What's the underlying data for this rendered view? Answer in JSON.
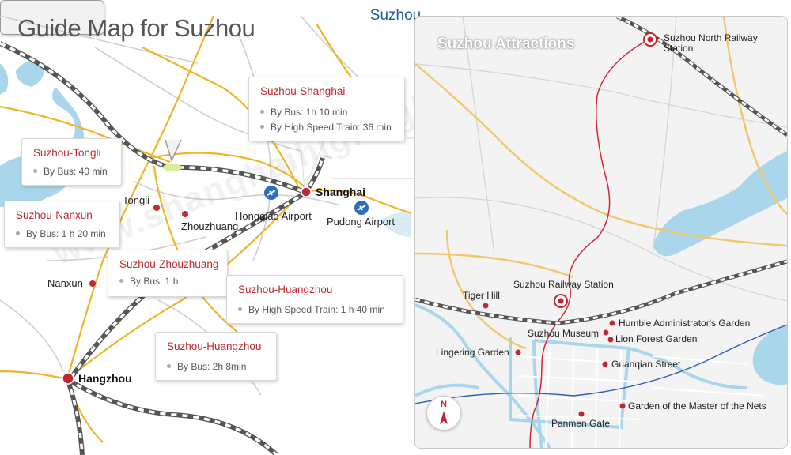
{
  "title": "Guide Map for Suzhou",
  "suzhou_label": "Suzhou",
  "cities": {
    "shanghai": "Shanghai",
    "hongqiao_airport": "Hongqiao Airport",
    "pudong_airport": "Pudong Airport",
    "tongli": "Tongli",
    "zhouzhuang": "Zhouzhuang",
    "nanxun": "Nanxun",
    "hangzhou": "Hangzhou"
  },
  "routes": [
    {
      "title": "Suzhou-Shanghai",
      "lines": [
        "By Bus: 1h 10 min",
        "By High Speed Train: 36 min"
      ]
    },
    {
      "title": "Suzhou-Tongli",
      "lines": [
        "By Bus: 40 min"
      ]
    },
    {
      "title": "Suzhou-Nanxun",
      "lines": [
        "By Bus: 1 h 20 min"
      ]
    },
    {
      "title": "Suzhou-Zhouzhuang",
      "lines": [
        "By Bus: 1 h"
      ]
    },
    {
      "title": "Suzhou-Huangzhou",
      "lines": [
        "By High Speed Train: 1 h 40 min"
      ]
    },
    {
      "title": "Suzhou-Huangzhou",
      "lines": [
        "By Bus: 2h 8min"
      ]
    }
  ],
  "inset": {
    "title": "Suzhou Attractions",
    "north_station": [
      "Suzhou North Railway",
      "Station"
    ],
    "railway_station": "Suzhou Railway Station",
    "compass": "N",
    "attractions": {
      "tiger_hill": "Tiger Hill",
      "humble_admin": "Humble Administrator's Garden",
      "suzhou_museum": "Suzhou Museum",
      "lion_forest": "Lion Forest Garden",
      "lingering": "Lingering Garden",
      "guanqian": "Guanqian Street",
      "master_nets": "Garden of the Master of the Nets",
      "panmen": "Panmen Gate"
    }
  },
  "watermark": "www.shanghaihighlights.com",
  "colors": {
    "accent_red": "#c1272d",
    "route_orange": "#f0b429",
    "water": "#a9d6ea",
    "suzhou_blue": "#1e5a9c"
  }
}
